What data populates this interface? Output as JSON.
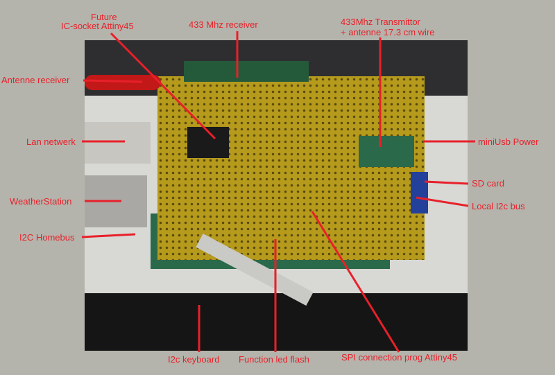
{
  "labels": {
    "future": "Future",
    "ic_socket": "IC-socket Attiny45",
    "receiver": "433 Mhz receiver",
    "transmitter": "433Mhz Transmittor",
    "antenna_wire": "+ antenne 17.3 cm wire",
    "antenne_receiver": "Antenne receiver",
    "lan": "Lan netwerk",
    "weatherstation": "WeatherStation",
    "homebus": "I2C Homebus",
    "miniusb": "miniUsb Power",
    "sdcard": "SD card",
    "local_i2c": "Local I2c bus",
    "keyboard": "I2c keyboard",
    "led": "Function led flash",
    "spi": "SPI connection prog Attiny45"
  },
  "colors": {
    "annotation": "#e8202a",
    "board": "#b59a1c",
    "background": "#b5b4ac"
  }
}
